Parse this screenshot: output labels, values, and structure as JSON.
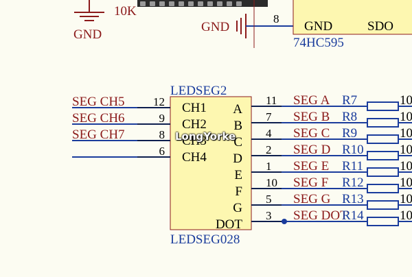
{
  "top": {
    "gnd_label_left": "GND",
    "resistor_value": "10K",
    "gnd_label_mid": "GND",
    "pin_8": "8",
    "ic_gnd_pin": "GND",
    "ic_sdo_pin": "SDO",
    "ic_name": "74HC595"
  },
  "led": {
    "designator": "LEDSEG2",
    "part": "LEDSEG028",
    "left_pins": [
      {
        "name": "CH1",
        "num": "12",
        "net": "SEG CH5"
      },
      {
        "name": "CH2",
        "num": "9",
        "net": "SEG CH6"
      },
      {
        "name": "CH3",
        "num": "8",
        "net": "SEG CH7"
      },
      {
        "name": "CH4",
        "num": "6",
        "net": ""
      }
    ],
    "right_pins": [
      {
        "name": "A",
        "num": "11",
        "net": "SEG A",
        "res": "R7"
      },
      {
        "name": "B",
        "num": "7",
        "net": "SEG B",
        "res": "R8"
      },
      {
        "name": "C",
        "num": "4",
        "net": "SEG C",
        "res": "R9"
      },
      {
        "name": "D",
        "num": "2",
        "net": "SEG D",
        "res": "R10"
      },
      {
        "name": "E",
        "num": "1",
        "net": "SEG E",
        "res": "R11"
      },
      {
        "name": "F",
        "num": "10",
        "net": "SEG F",
        "res": "R12"
      },
      {
        "name": "G",
        "num": "5",
        "net": "SEG G",
        "res": "R13"
      },
      {
        "name": "DOT",
        "num": "3",
        "net": "SEG DOT",
        "res": "R14"
      }
    ],
    "res_prefix": "10"
  },
  "watermark": "LongYorke",
  "colors": {
    "background": "#fcfcf2",
    "net_label": "#8b1a1a",
    "wire": "#1a3c9c",
    "component_fill": "#fdf7b0",
    "component_border": "#8b1a1a"
  }
}
